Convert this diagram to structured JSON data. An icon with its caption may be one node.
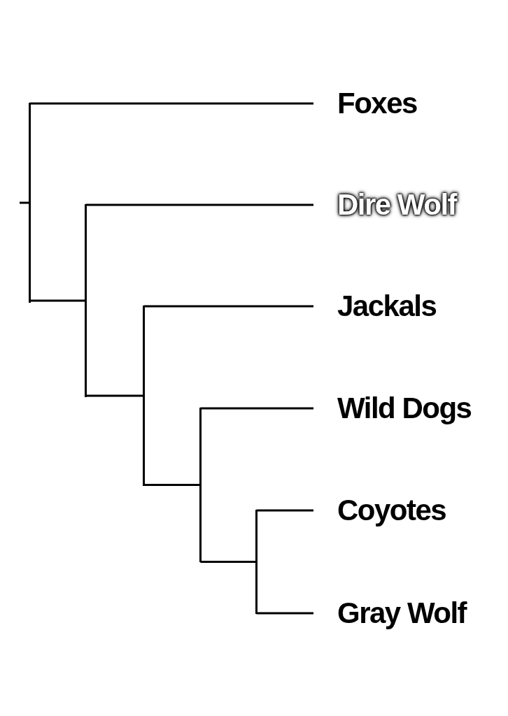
{
  "diagram": {
    "nodes": [
      {
        "text": [
          "Foxes"
        ]
      },
      {
        "text": [
          "Dire Wolf"
        ]
      },
      {
        "text": [
          "Jackals"
        ]
      },
      {
        "text": [
          "Wild Dogs"
        ]
      },
      {
        "text": [
          "Coyotes"
        ]
      },
      {
        "text": [
          "Gray Wolf"
        ]
      },
      {
        "text": [],
        "shape": "bar"
      },
      {
        "text": [],
        "shape": "bar"
      },
      {
        "text": [],
        "shape": "bar"
      },
      {
        "text": [],
        "shape": "bar"
      },
      {
        "text": [],
        "shape": "bar"
      }
    ],
    "edges": [
      {
        "from": null,
        "to": 6,
        "arrow": "none"
      },
      {
        "from": 6,
        "to": 0,
        "arrow": "none"
      },
      {
        "from": 6,
        "to": 7,
        "arrow": "none"
      },
      {
        "from": 7,
        "to": 1,
        "arrow": "none"
      },
      {
        "from": 7,
        "to": 8,
        "arrow": "none"
      },
      {
        "from": 8,
        "to": 2,
        "arrow": "none"
      },
      {
        "from": 8,
        "to": 9,
        "arrow": "none"
      },
      {
        "from": 9,
        "to": 3,
        "arrow": "none"
      },
      {
        "from": 9,
        "to": 10,
        "arrow": "none"
      },
      {
        "from": 10,
        "to": 4,
        "arrow": "none"
      },
      {
        "from": 10,
        "to": 5,
        "arrow": "none"
      }
    ]
  }
}
